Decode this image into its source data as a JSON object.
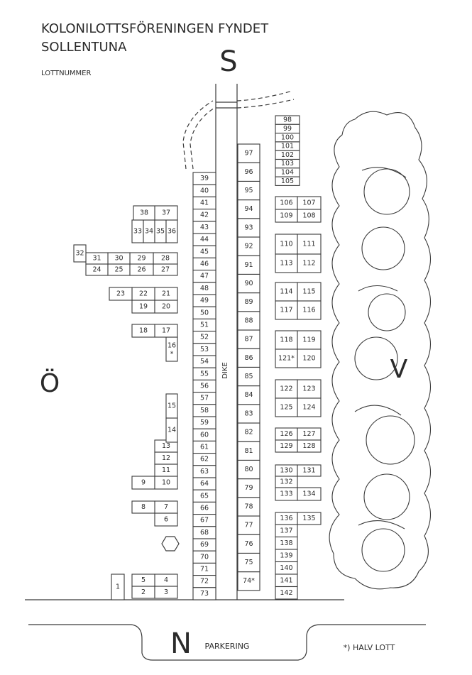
{
  "header": {
    "title_line1": "KOLONILOTTSFÖRENINGEN FYNDET",
    "title_line2": "SOLLENTUNA",
    "subtitle": "LOTTNUMMER"
  },
  "compass": {
    "south": "S",
    "north": "N",
    "east": "Ö",
    "west": "V"
  },
  "labels": {
    "dike": "DIKE",
    "parking": "PARKERING",
    "note": "*) HALV LOTT"
  },
  "plots": [
    "1",
    "2",
    "3",
    "4",
    "5",
    "6",
    "7",
    "8",
    "9",
    "10",
    "11",
    "12",
    "13",
    "14",
    "15",
    "16*",
    "17",
    "18",
    "19",
    "20",
    "21",
    "22",
    "23",
    "24",
    "25",
    "26",
    "27",
    "28",
    "29",
    "30",
    "31",
    "32",
    "33",
    "34",
    "35",
    "36",
    "37",
    "38",
    "39",
    "40",
    "41",
    "42",
    "43",
    "44",
    "45",
    "46",
    "47",
    "48",
    "49",
    "50",
    "51",
    "52",
    "53",
    "54",
    "55",
    "56",
    "57",
    "58",
    "59",
    "60",
    "61",
    "62",
    "63",
    "64",
    "65",
    "66",
    "67",
    "68",
    "69",
    "70",
    "71",
    "72",
    "73",
    "74*",
    "75",
    "76",
    "77",
    "78",
    "79",
    "80",
    "81",
    "82",
    "83",
    "84",
    "85",
    "86",
    "87",
    "88",
    "89",
    "90",
    "91",
    "92",
    "93",
    "94",
    "95",
    "96",
    "97",
    "98",
    "99",
    "100",
    "101",
    "102",
    "103",
    "104",
    "105",
    "106",
    "107",
    "108",
    "109",
    "110",
    "111",
    "112",
    "113",
    "114",
    "115",
    "116",
    "117",
    "118",
    "119",
    "120",
    "121*",
    "122",
    "123",
    "124",
    "125",
    "126",
    "127",
    "128",
    "129",
    "130",
    "131",
    "132",
    "133",
    "134",
    "135",
    "136",
    "137",
    "138",
    "139",
    "140",
    "141",
    "142"
  ]
}
